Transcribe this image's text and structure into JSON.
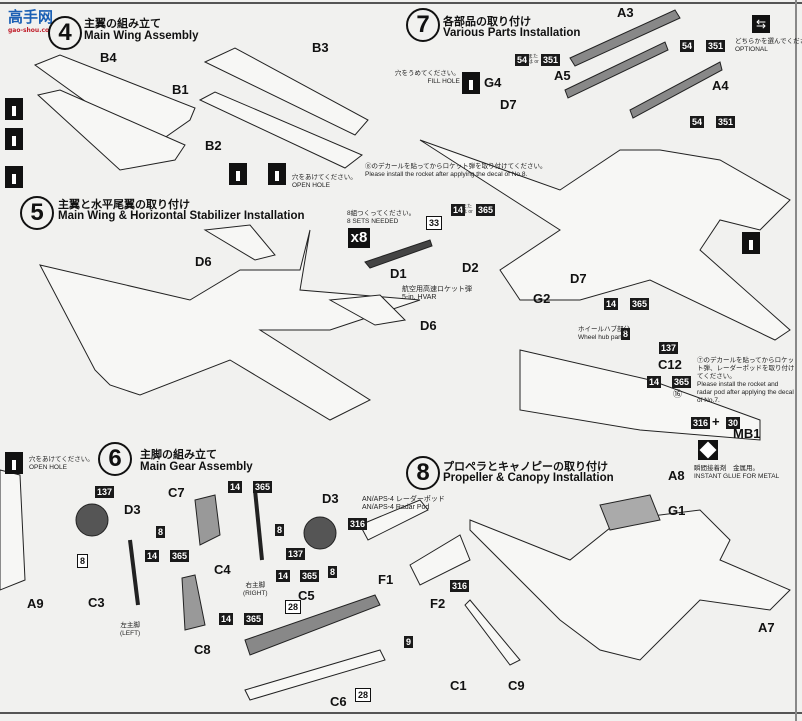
{
  "watermark": {
    "brand": "高手网",
    "url": "gao-shou.com"
  },
  "steps": [
    {
      "num": "4",
      "jp": "主翼の組み立て",
      "en": "Main Wing Assembly"
    },
    {
      "num": "5",
      "jp": "主翼と水平尾翼の取り付け",
      "en": "Main Wing & Horizontal Stabilizer Installation"
    },
    {
      "num": "6",
      "jp": "主脚の組み立て",
      "en": "Main Gear Assembly"
    },
    {
      "num": "7",
      "jp": "各部品の取り付け",
      "en": "Various Parts Installation"
    },
    {
      "num": "8",
      "jp": "プロペラとキャノピーの取り付け",
      "en": "Propeller & Canopy Installation"
    }
  ],
  "parts": [
    "B4",
    "B3",
    "B1",
    "B2",
    "D6",
    "D6",
    "D1",
    "D2",
    "A3",
    "A5",
    "A4",
    "G4",
    "D7",
    "D7",
    "G2",
    "C12",
    "MB1",
    "A8",
    "G1",
    "A7",
    "C1",
    "C9",
    "C3",
    "C4",
    "C7",
    "C8",
    "D3",
    "D3",
    "C5",
    "C6",
    "A9",
    "F1",
    "F2"
  ],
  "badges": [
    "137",
    "8",
    "8",
    "14",
    "365",
    "14",
    "365",
    "14",
    "365",
    "8",
    "137",
    "8",
    "14",
    "365",
    "28",
    "28",
    "9",
    "316",
    "316",
    "33",
    "14",
    "365",
    "54",
    "351",
    "54",
    "351",
    "54",
    "351",
    "14",
    "365",
    "8",
    "137",
    "14",
    "365",
    "316",
    "30"
  ],
  "or_label": "または or",
  "notes": {
    "open_hole_jp": "穴をあけてください。",
    "open_hole_en": "OPEN HOLE",
    "fill_hole_jp": "穴をうめてください。",
    "fill_hole_en": "FILL HOLE",
    "decal8_jp": "⑧のデカールを貼ってからロケット弾を取り付けてください。",
    "decal8_en": "Please install the rocket after applying the decal of No.8.",
    "sets_jp": "8組つくってください。",
    "sets_en": "8 SETS NEEDED",
    "x8": "x8",
    "rocket_jp": "航空用高速ロケット弾",
    "rocket_en": "5-in. HVAR",
    "optional_jp": "どちらかを選んでください。",
    "optional_en": "OPTIONAL",
    "wheel_hub_jp": "ホイールハブ部分",
    "wheel_hub_en": "Wheel hub part",
    "decal7_jp": "⑦のデカールを貼ってからロケット弾、レーダーポッドを取り付けてください。",
    "decal7_en": "Please install the rocket and radar pod after applying the decal of No.7.",
    "decal_num": "⑯",
    "glue_jp": "瞬間接着剤　金属用。",
    "glue_en": "INSTANT GLUE FOR METAL",
    "right_jp": "右主脚",
    "right_en": "(RIGHT)",
    "left_jp": "左主脚",
    "left_en": "(LEFT)",
    "radar_jp": "AN/APS-4 レーダーポッド",
    "radar_en": "AN/APS-4 Radar Pod",
    "plus": "+"
  }
}
